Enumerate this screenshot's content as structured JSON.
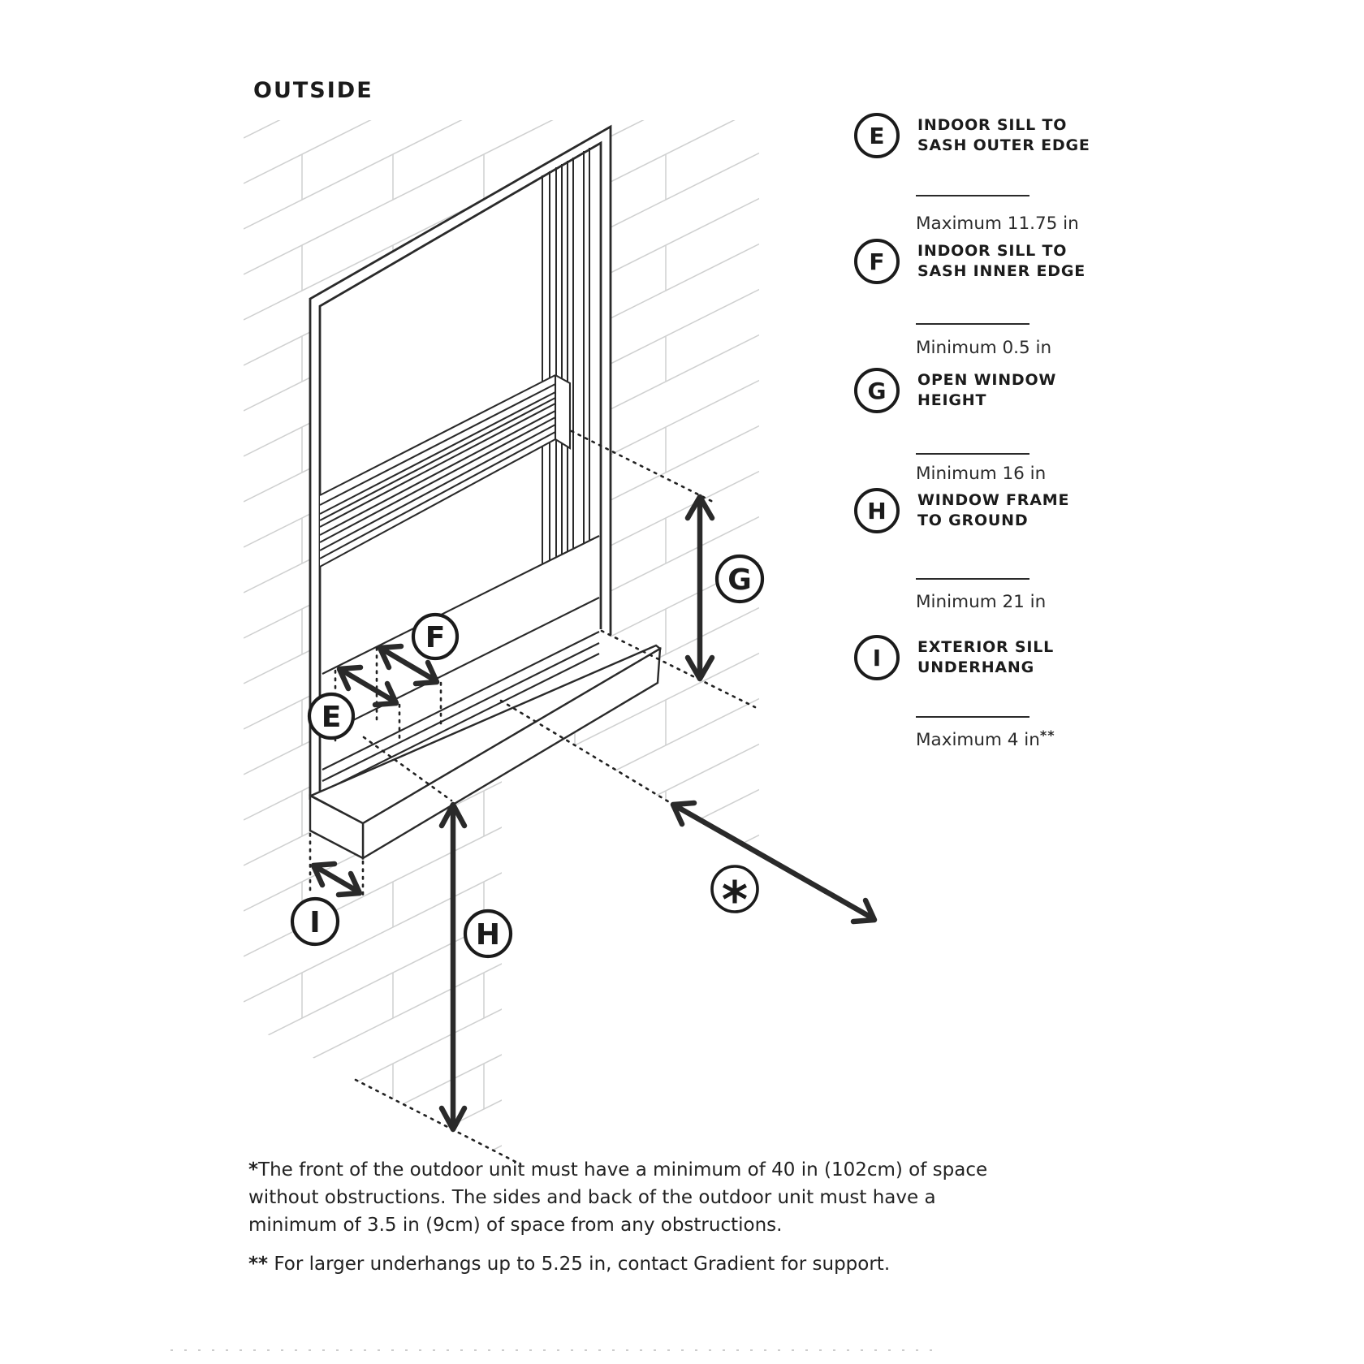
{
  "title": "OUTSIDE",
  "legend": {
    "items": [
      {
        "letter": "E",
        "line1": "INDOOR SILL TO",
        "line2": "SASH OUTER EDGE",
        "value": "Maximum 11.75 in",
        "suffix": ""
      },
      {
        "letter": "F",
        "line1": "INDOOR SILL TO",
        "line2": "SASH INNER EDGE",
        "value": "Minimum 0.5 in",
        "suffix": ""
      },
      {
        "letter": "G",
        "line1": "OPEN WINDOW",
        "line2": "HEIGHT",
        "value": "Minimum 16 in",
        "suffix": ""
      },
      {
        "letter": "H",
        "line1": "WINDOW FRAME",
        "line2": "TO GROUND",
        "value": "Minimum 21 in",
        "suffix": ""
      },
      {
        "letter": "I",
        "line1": "EXTERIOR SILL",
        "line2": "UNDERHANG",
        "value": "Maximum 4 in",
        "suffix": "**"
      }
    ]
  },
  "diagram": {
    "letters": {
      "E": "E",
      "F": "F",
      "G": "G",
      "H": "H",
      "I": "I",
      "star": "*"
    }
  },
  "footnotes": {
    "mark1": "*",
    "text1": "The front of the outdoor unit must have a minimum of 40 in (102cm) of space without obstructions. The sides and back of the outdoor unit must have a minimum of 3.5 in (9cm) of space from any obstructions.",
    "mark2": "**",
    "text2": " For larger underhangs up to 5.25 in, contact Gradient for support."
  },
  "colors": {
    "ink": "#1b1b1b",
    "line": "#2a2a2a",
    "brick": "#cfd0d0"
  }
}
